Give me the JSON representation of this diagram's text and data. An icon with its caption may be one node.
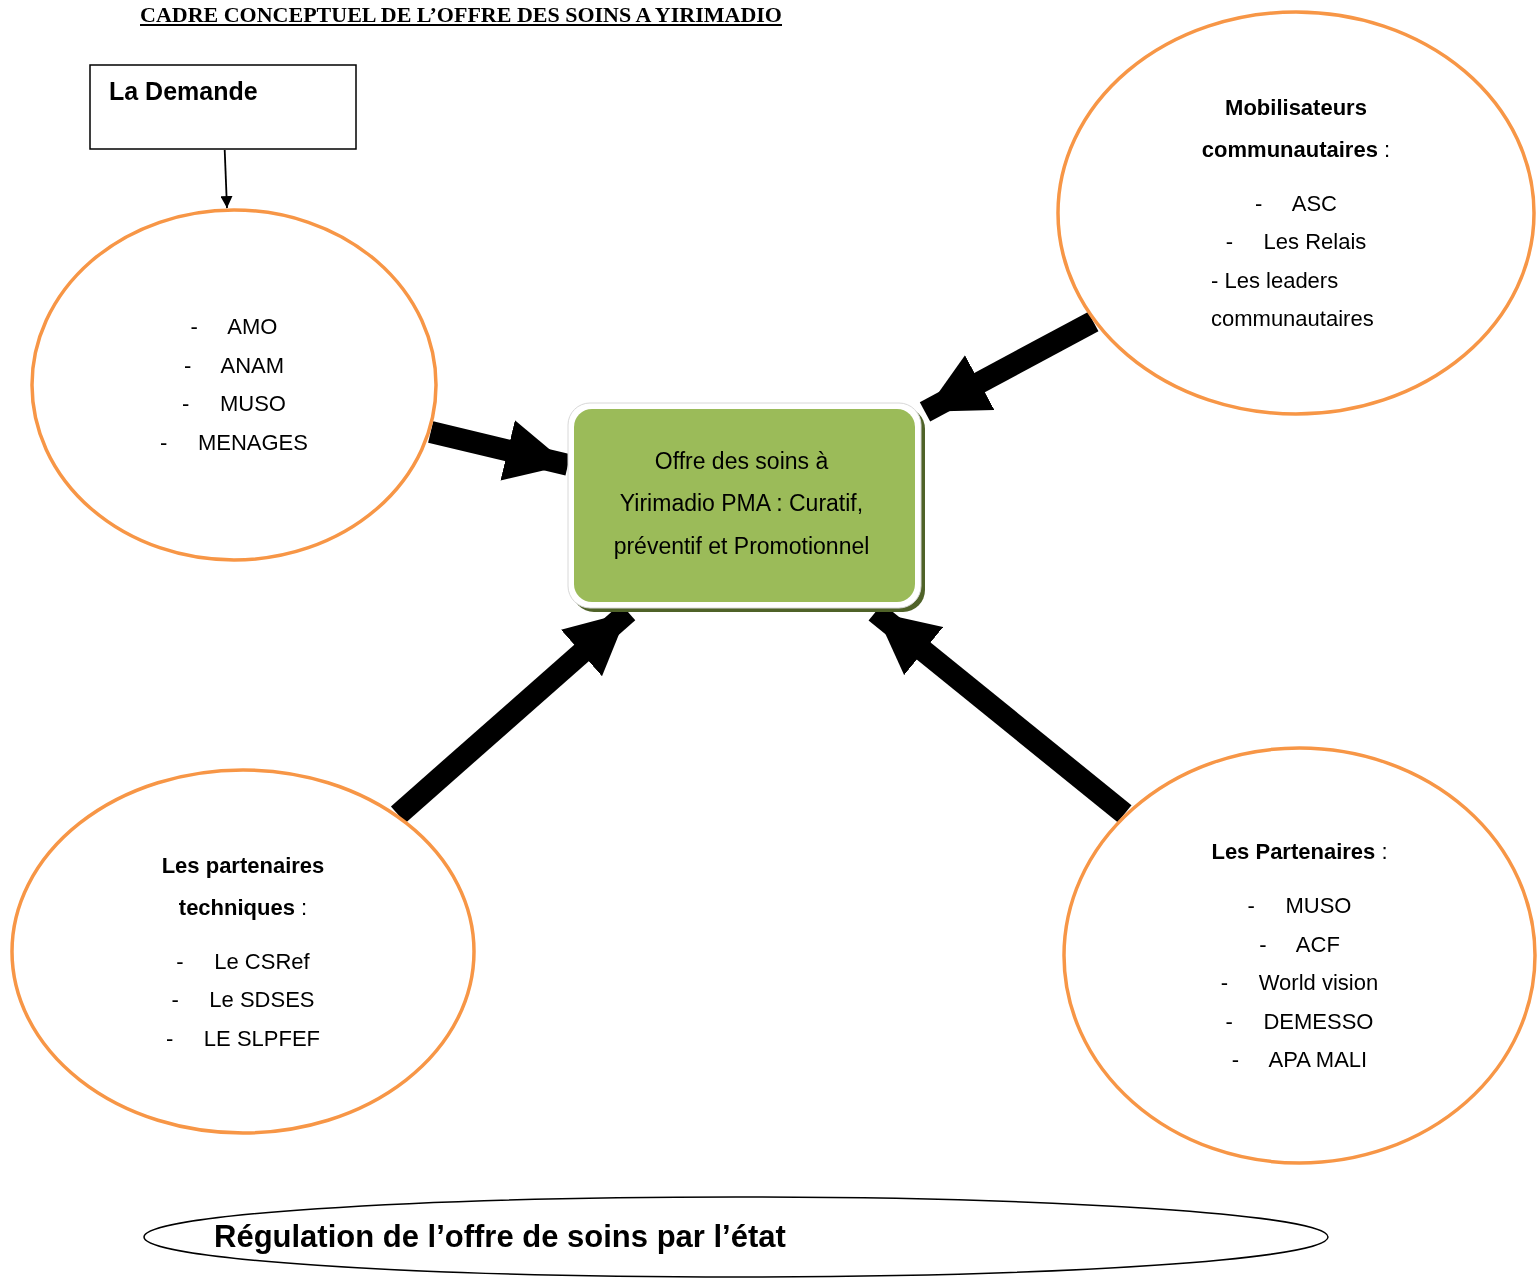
{
  "diagram": {
    "title": "CADRE CONCEPTUEL DE L’OFFRE DES SOINS A YIRIMADIO",
    "nodes": [
      {
        "text": [
          "La Demande"
        ]
      },
      {
        "text": [
          "**Mobilisateurs communautaires** :",
          "-     ASC",
          "-     Les Relais",
          "-     Les leaders communautaires"
        ]
      },
      {
        "text": [
          "-     AMO",
          "-     ANAM",
          "-     MUSO",
          "-     MENAGES"
        ]
      },
      {
        "text": [
          "Offre des soins à Yirimadio PMA : Curatif, préventif et Promotionnel"
        ]
      },
      {
        "text": [
          "**Les partenaires techniques** :",
          "-     Le CSRef",
          "-     Le SDSES",
          "-     LE SLPFEF"
        ]
      },
      {
        "text": [
          "**Les Partenaires** :",
          "-     MUSO",
          "-     ACF",
          "-     World vision",
          "-     DEMESSO",
          "-     APA MALI"
        ]
      },
      {
        "text": [
          "Régulation de l’offre de soins par l’état"
        ]
      }
    ],
    "edges": [
      {
        "from": 0,
        "to": 2,
        "arrow": "to"
      },
      {
        "from": 2,
        "to": 3,
        "arrow": "to"
      },
      {
        "from": 1,
        "to": 3,
        "arrow": "to"
      },
      {
        "from": 4,
        "to": 3,
        "arrow": "to"
      },
      {
        "from": 5,
        "to": 3,
        "arrow": "to"
      }
    ]
  }
}
